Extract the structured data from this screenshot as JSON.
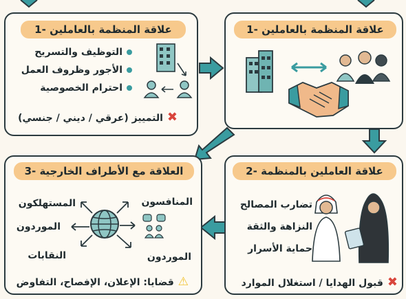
{
  "panels": {
    "p1_right": {
      "title": "1- علاقة المنظمة بالعاملين"
    },
    "p1_left": {
      "title": "1- علاقة المنظمة بالعاملين",
      "bullets": [
        "التوظيف والتسريح",
        "الأجور وظروف العمل",
        "احترام الخصوصية"
      ],
      "negative": "التمييز (عرقي / ديني / جنسي)"
    },
    "p2": {
      "title": "2- علاقة العاملين بالمنظمة",
      "items": [
        "تضارب المصالح",
        "النزاهة والثقة",
        "حماية الأسرار"
      ],
      "negative": "قبول الهدايا / استغلال الموارد"
    },
    "p3": {
      "title": "3- العلاقة مع الأطراف الخارجية",
      "nodes": {
        "consumers": "المستهلكون",
        "competitors": "المنافسون",
        "suppliers_left": "الموردون",
        "unions": "النقابات",
        "suppliers_right": "الموردون"
      },
      "issues": "قضايا: الإعلان، الإفصاح، التفاوض"
    }
  },
  "colors": {
    "accent": "#3a9ca0",
    "pill": "#f7c98c",
    "border": "#2b3a3f",
    "cross": "#d9453c",
    "warning": "#f2c230"
  },
  "icons": [
    "building-icon",
    "handshake-icon",
    "people-group-icon",
    "globe-icon",
    "warning-icon",
    "cross-icon"
  ]
}
